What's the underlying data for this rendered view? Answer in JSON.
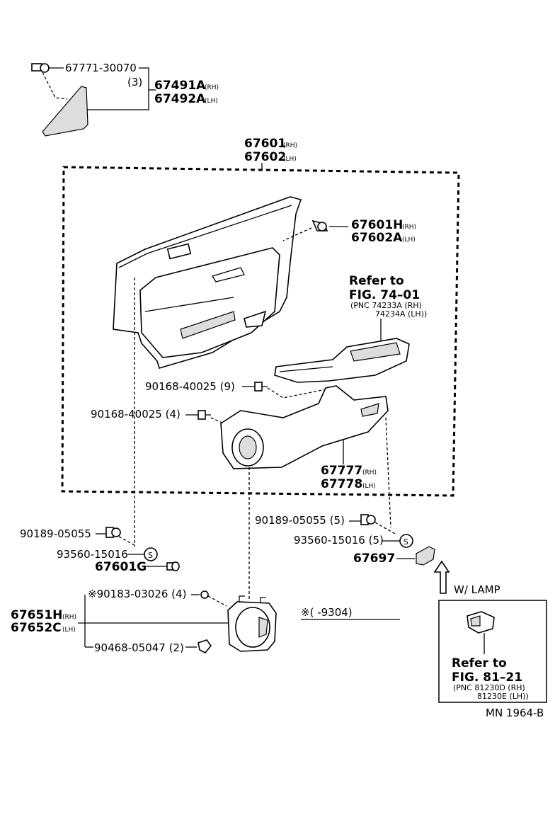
{
  "parts": {
    "p67771": "67771-30070",
    "p67771_qty": "(3)",
    "p67491": "67491A",
    "p67492": "67492A",
    "p67601": "67601",
    "p67602": "67602",
    "p67601h": "67601H",
    "p67602a": "67602A",
    "p90168_9": "90168-40025 (9)",
    "p90168_4": "90168-40025 (4)",
    "p67777": "67777",
    "p67778": "67778",
    "p90189_left": "90189-05055",
    "p93560_left": "93560-15016",
    "p67601g": "67601G",
    "p90189_right": "90189-05055 (5)",
    "p93560_right": "93560-15016 (5)",
    "p67697": "67697",
    "p90183": "※90183-03026 (4)",
    "p67651h": "67651H",
    "p67652c": "67652C",
    "p90468": "90468-05047 (2)"
  },
  "side": {
    "rh": "(RH)",
    "lh": "(LH)",
    "s": "S"
  },
  "refs": {
    "ref1_title": "Refer to",
    "ref1_fig": "FIG. 74–01",
    "ref1_pnc1": "(PNC 74233A (RH)",
    "ref1_pnc2": "74234A (LH))",
    "ref2_title": "Refer to",
    "ref2_fig": "FIG. 81–21",
    "ref2_pnc1": "(PNC 81230D (RH)",
    "ref2_pnc2": "81230E (LH))"
  },
  "notes": {
    "lamp": "W/ LAMP",
    "date_code": "※(        -9304)",
    "diagram_id": "MN 1964-B"
  }
}
